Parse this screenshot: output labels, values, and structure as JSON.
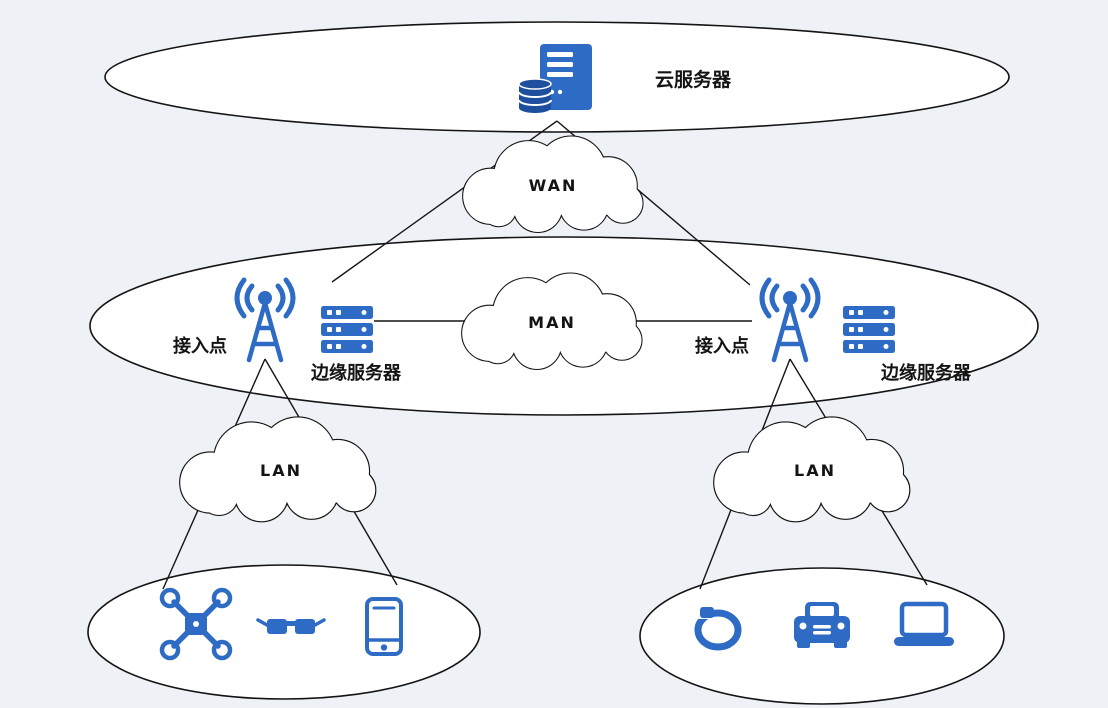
{
  "palette": {
    "background": "#eef1f6",
    "outline": "#141414",
    "icon_blue": "#2e6bc4",
    "icon_navy": "#1d4f9e",
    "shape_fill": "#ffffff"
  },
  "labels": {
    "cloud_server": "云服务器",
    "wan": "WAN",
    "man": "MAN",
    "lan_left": "LAN",
    "lan_right": "LAN",
    "access_point_left": "接入点",
    "access_point_right": "接入点",
    "edge_server_left": "边缘服务器",
    "edge_server_right": "边缘服务器"
  },
  "icons": {
    "cloud_tier": [
      "server-tower-icon",
      "database-icon"
    ],
    "edge_tier": [
      "antenna-icon",
      "server-rack-icon"
    ],
    "devices_left": [
      "drone-icon",
      "ar-glasses-icon",
      "smartphone-icon"
    ],
    "devices_right": [
      "smart-band-icon",
      "car-icon",
      "laptop-icon"
    ]
  }
}
